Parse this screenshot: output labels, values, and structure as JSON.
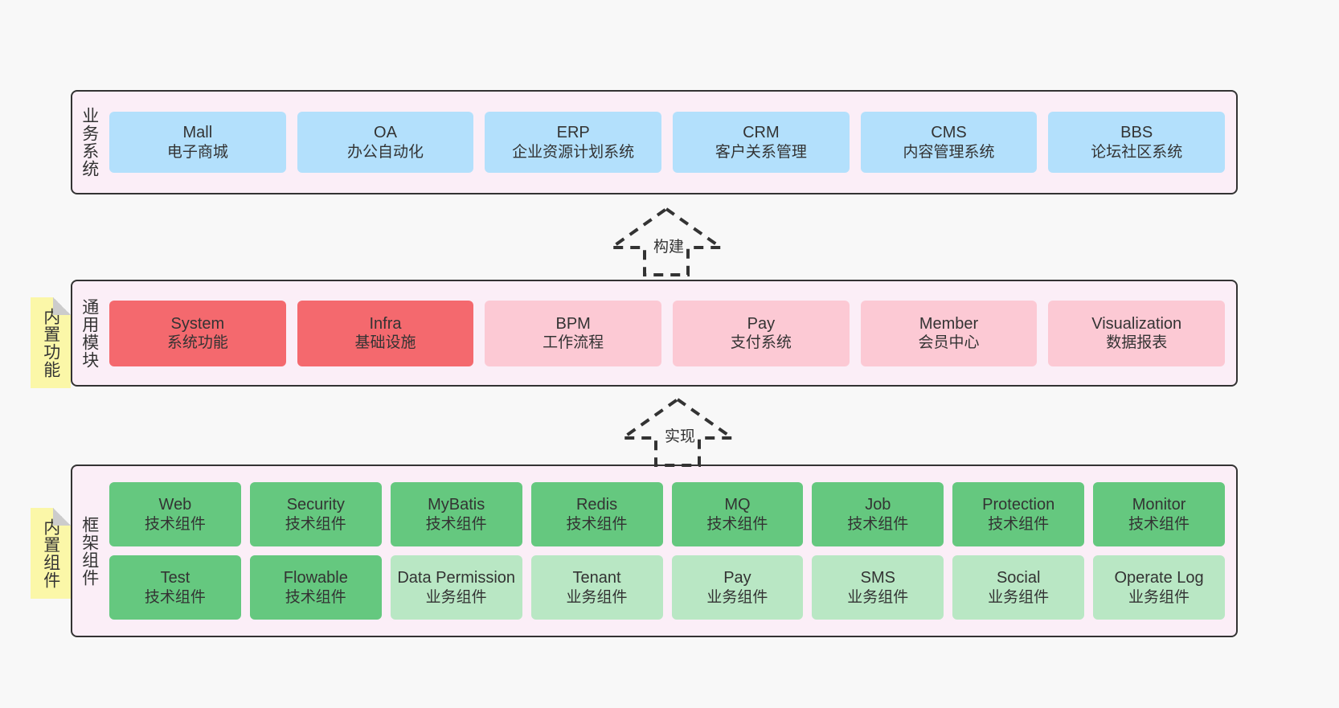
{
  "diagram": {
    "background": "#f8f8f8",
    "panel_bg": "#fbeef7",
    "panel_border": "#333333",
    "sticky_bg": "#fbf7a8"
  },
  "layers": {
    "business": {
      "label": "业务系统",
      "card_color": "#b3e0fc",
      "cards": [
        {
          "en": "Mall",
          "cn": "电子商城"
        },
        {
          "en": "OA",
          "cn": "办公自动化"
        },
        {
          "en": "ERP",
          "cn": "企业资源计划系统"
        },
        {
          "en": "CRM",
          "cn": "客户关系管理"
        },
        {
          "en": "CMS",
          "cn": "内容管理系统"
        },
        {
          "en": "BBS",
          "cn": "论坛社区系统"
        }
      ]
    },
    "modules": {
      "label": "通用模块",
      "sticky": "内置功能",
      "strong_color": "#f4696e",
      "soft_color": "#fcc9d4",
      "cards": [
        {
          "en": "System",
          "cn": "系统功能",
          "tone": "strong"
        },
        {
          "en": "Infra",
          "cn": "基础设施",
          "tone": "strong"
        },
        {
          "en": "BPM",
          "cn": "工作流程",
          "tone": "soft"
        },
        {
          "en": "Pay",
          "cn": "支付系统",
          "tone": "soft"
        },
        {
          "en": "Member",
          "cn": "会员中心",
          "tone": "soft"
        },
        {
          "en": "Visualization",
          "cn": "数据报表",
          "tone": "soft"
        }
      ]
    },
    "framework": {
      "label": "框架组件",
      "sticky": "内置组件",
      "tech_color": "#65c87f",
      "biz_color": "#b9e7c4",
      "row1": [
        {
          "en": "Web",
          "cn": "技术组件"
        },
        {
          "en": "Security",
          "cn": "技术组件"
        },
        {
          "en": "MyBatis",
          "cn": "技术组件"
        },
        {
          "en": "Redis",
          "cn": "技术组件"
        },
        {
          "en": "MQ",
          "cn": "技术组件"
        },
        {
          "en": "Job",
          "cn": "技术组件"
        },
        {
          "en": "Protection",
          "cn": "技术组件"
        },
        {
          "en": "Monitor",
          "cn": "技术组件"
        }
      ],
      "row2": [
        {
          "en": "Test",
          "cn": "技术组件"
        },
        {
          "en": "Flowable",
          "cn": "技术组件"
        },
        {
          "en": "Data Permission",
          "cn": "业务组件"
        },
        {
          "en": "Tenant",
          "cn": "业务组件"
        },
        {
          "en": "Pay",
          "cn": "业务组件"
        },
        {
          "en": "SMS",
          "cn": "业务组件"
        },
        {
          "en": "Social",
          "cn": "业务组件"
        },
        {
          "en": "Operate Log",
          "cn": "业务组件"
        }
      ]
    }
  },
  "connectors": [
    {
      "name": "build-arrow",
      "label": "构建"
    },
    {
      "name": "implement-arrow",
      "label": "实现"
    }
  ]
}
